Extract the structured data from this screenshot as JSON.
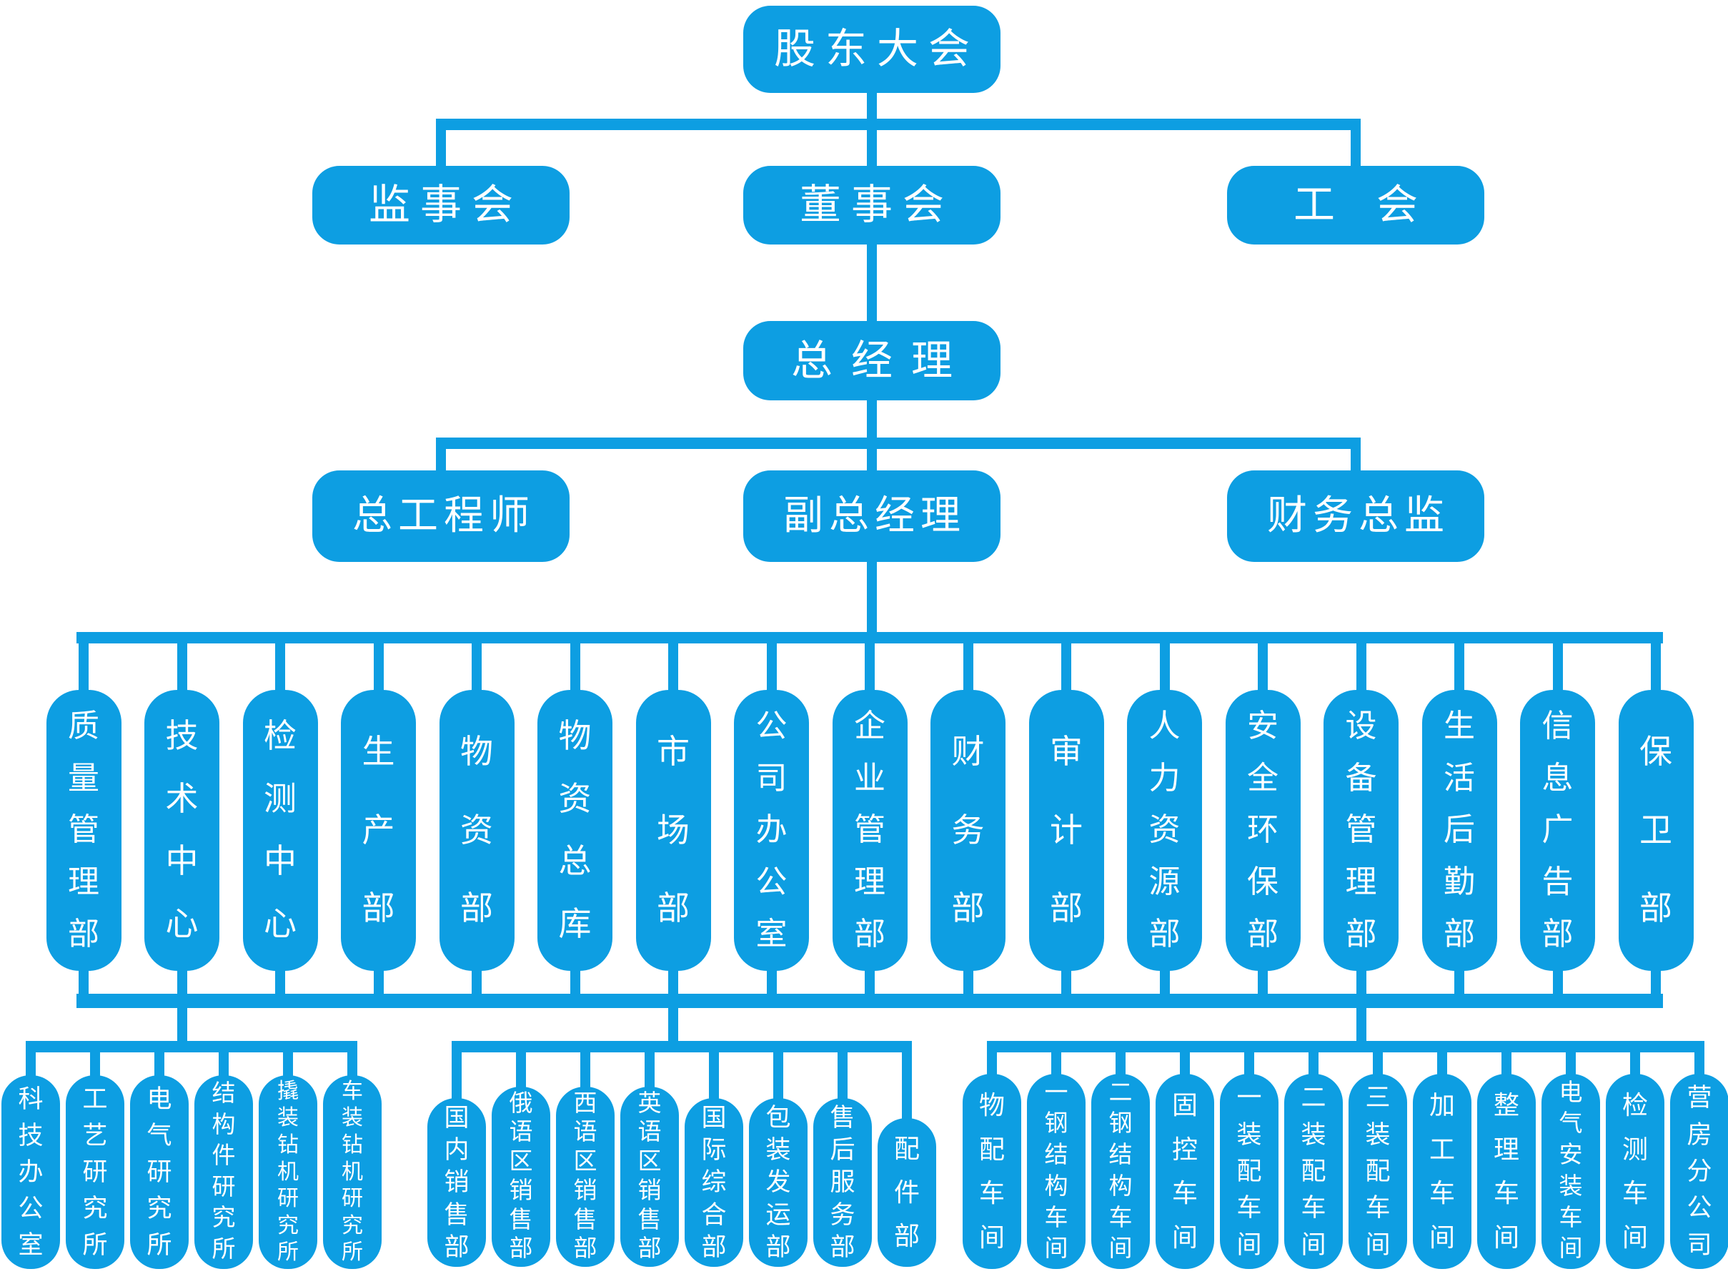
{
  "colors": {
    "accent": "#0d9ee2",
    "node_text": "#ffffff",
    "background": "#ffffff"
  },
  "org_chart": {
    "level1": {
      "label": "股东大会"
    },
    "level2": [
      {
        "label": "监事会"
      },
      {
        "label": "董事会"
      },
      {
        "label": "工　会"
      }
    ],
    "level3": {
      "label": "总经理"
    },
    "level4": [
      {
        "label": "总工程师"
      },
      {
        "label": "副总经理"
      },
      {
        "label": "财务总监"
      }
    ],
    "departments": [
      "质量管理部",
      "技术中心",
      "检测中心",
      "生产部",
      "物资部",
      "物资总库",
      "市场部",
      "公司办公室",
      "企业管理部",
      "财务部",
      "审计部",
      "人力资源部",
      "安全环保部",
      "设备管理部",
      "生活后勤部",
      "信息广告部",
      "保卫部"
    ],
    "subgroups": [
      {
        "parent": "技术中心",
        "children": [
          "科技办公室",
          "工艺研究所",
          "电气研究所",
          "结构件研究所",
          "撬装钻机研究所",
          "车装钻机研究所"
        ]
      },
      {
        "parent": "市场部",
        "children": [
          "国内销售部",
          "俄语区销售部",
          "西语区销售部",
          "英语区销售部",
          "国际综合部",
          "包装发运部",
          "售后服务部",
          "配件部"
        ]
      },
      {
        "parent": "设备管理部",
        "children": [
          "物配车间",
          "一钢结构车间",
          "二钢结构车间",
          "固控车间",
          "一装配车间",
          "二装配车间",
          "三装配车间",
          "加工车间",
          "整理车间",
          "电气安装车间",
          "检测车间",
          "营房分公司"
        ]
      }
    ]
  }
}
